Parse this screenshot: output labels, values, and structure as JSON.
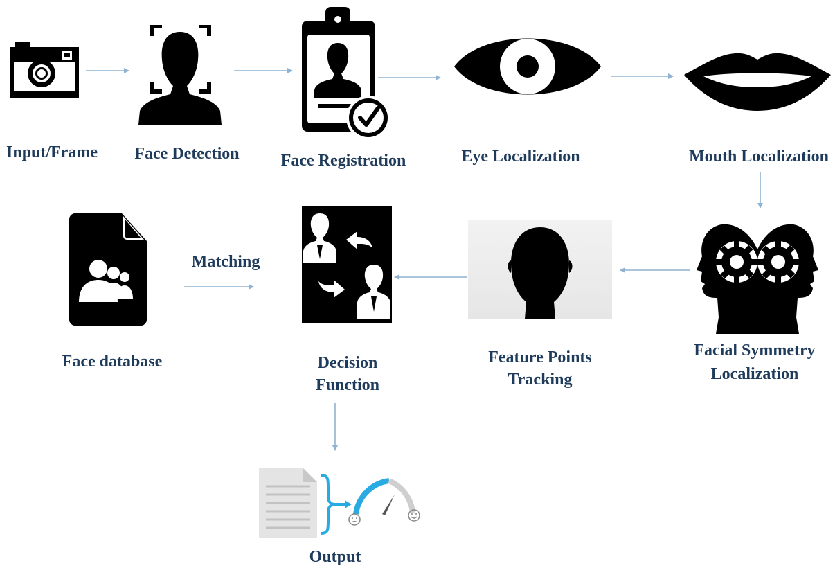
{
  "nodes": {
    "input_frame": "Input/Frame",
    "face_detection": "Face Detection",
    "face_registration": "Face Registration",
    "eye_localization": "Eye Localization",
    "mouth_localization": "Mouth Localization",
    "facial_symmetry_1": "Facial Symmetry",
    "facial_symmetry_2": "Localization",
    "feature_points_1": "Feature Points",
    "feature_points_2": "Tracking",
    "decision_1": "Decision",
    "decision_2": "Function",
    "face_database": "Face database",
    "output": "Output"
  },
  "edges": {
    "matching": "Matching"
  },
  "colors": {
    "arrow": "#8fb3d1",
    "label": "#1f3b5c",
    "icon": "#000000",
    "gauge_accent": "#29abe2"
  }
}
